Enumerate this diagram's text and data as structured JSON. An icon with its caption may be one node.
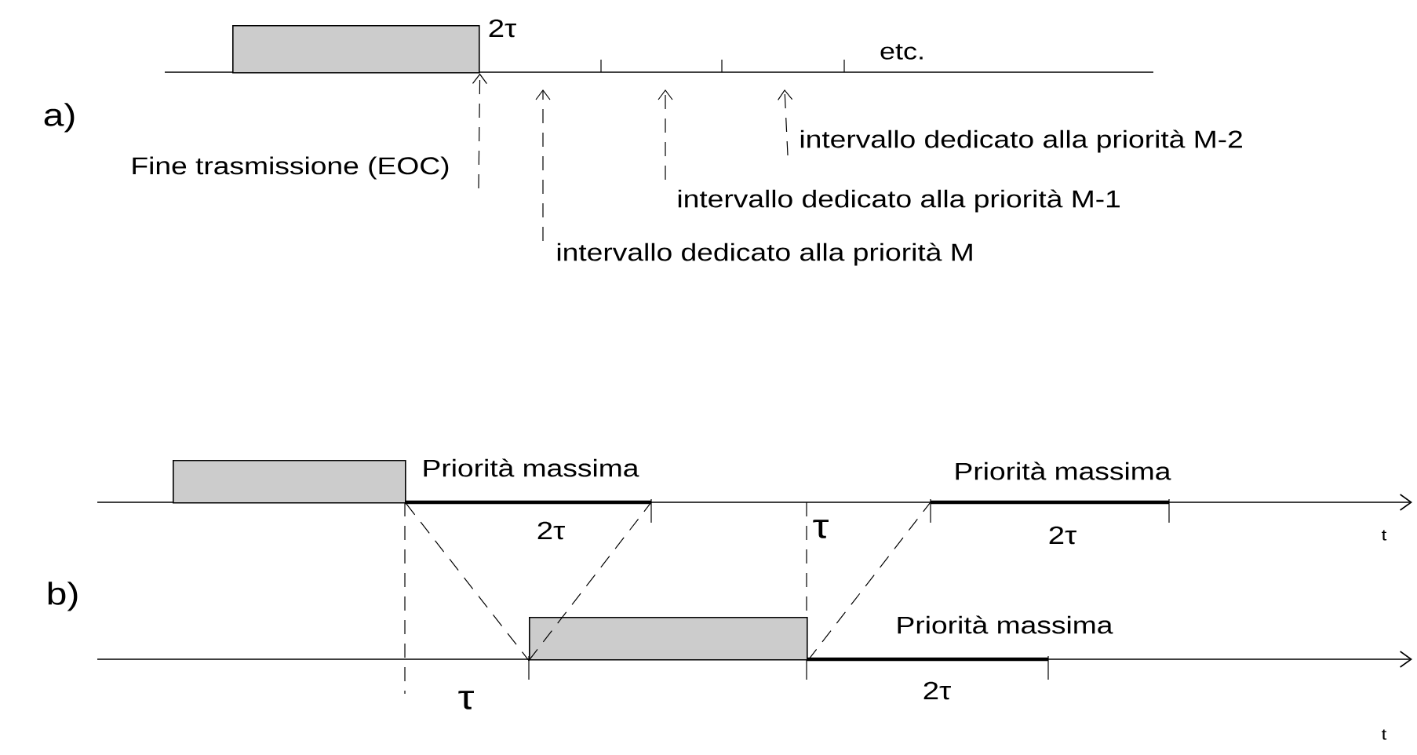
{
  "diagram": {
    "nodes": [
      {
        "text": [],
        "shape": "box"
      },
      {
        "text": [
          "Fine trasmissione (EOC)"
        ]
      },
      {
        "text": [
          "intervallo dedicato alla priorità M"
        ]
      },
      {
        "text": [
          "intervallo dedicato alla priorità M-1"
        ]
      },
      {
        "text": [
          "intervallo dedicato alla priorità M-2"
        ]
      },
      {
        "text": [],
        "shape": "box"
      },
      {
        "text": [],
        "shape": "box"
      }
    ],
    "edges": [
      {
        "from": 1,
        "to": 0,
        "arrow": "to",
        "style": "dashed"
      },
      {
        "from": 2,
        "to": null,
        "arrow": "to",
        "style": "dashed"
      },
      {
        "from": 3,
        "to": null,
        "arrow": "to",
        "style": "dashed"
      },
      {
        "from": 4,
        "to": null,
        "arrow": "to",
        "style": "dashed"
      },
      {
        "from": 5,
        "to": 6,
        "arrow": "none",
        "style": "dashed"
      },
      {
        "from": 6,
        "to": null,
        "arrow": "none",
        "style": "dashed"
      },
      {
        "from": 6,
        "to": null,
        "arrow": "none",
        "style": "dashed"
      }
    ],
    "labels": [
      "a)",
      "2τ",
      "etc.",
      "Priorità massima",
      "Priorità massima",
      "2τ",
      "τ",
      "2τ",
      "t",
      "b)",
      "Priorità massima",
      "τ",
      "2τ",
      "t"
    ]
  }
}
